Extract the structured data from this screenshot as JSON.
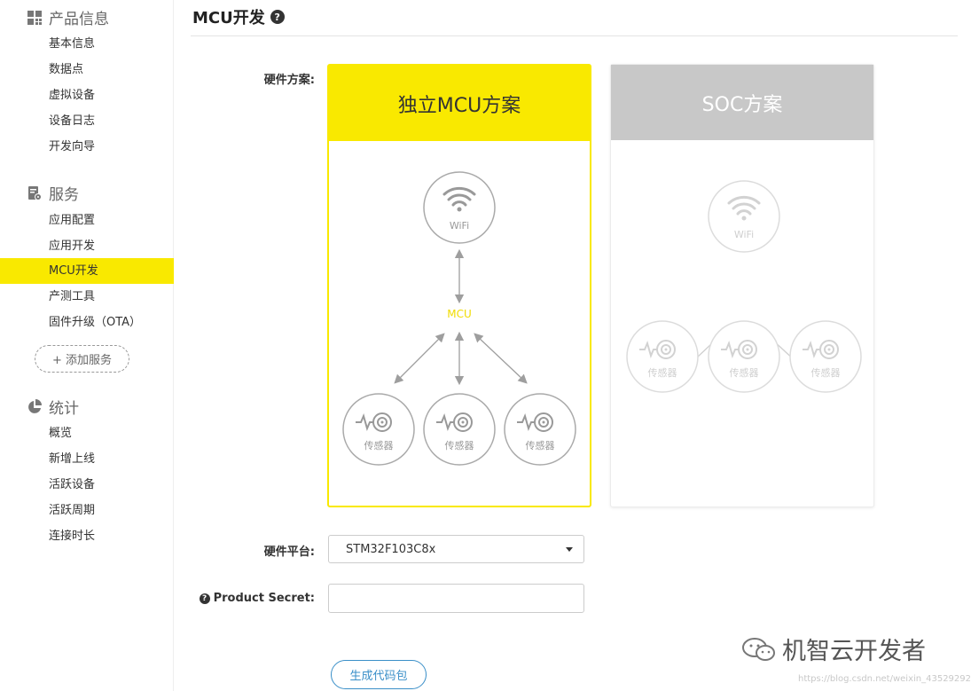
{
  "sidebar": {
    "sections": [
      {
        "title": "产品信息",
        "icon": "grid-icon",
        "items": [
          "基本信息",
          "数据点",
          "虚拟设备",
          "设备日志",
          "开发向导"
        ]
      },
      {
        "title": "服务",
        "icon": "service-icon",
        "items": [
          "应用配置",
          "应用开发",
          "MCU开发",
          "产测工具",
          "固件升级（OTA）"
        ]
      },
      {
        "title": "统计",
        "icon": "pie-chart-icon",
        "items": [
          "概览",
          "新增上线",
          "活跃设备",
          "活跃周期",
          "连接时长"
        ]
      }
    ],
    "active_item": "MCU开发",
    "add_service_label": "+ 添加服务"
  },
  "page": {
    "title": "MCU开发",
    "help_icon": "question-circle-icon"
  },
  "hardware_solution": {
    "label": "硬件方案:",
    "options": [
      {
        "title": "独立MCU方案",
        "selected": true,
        "wifi_label": "WiFi",
        "mcu_label": "MCU",
        "sensor_label": "传感器"
      },
      {
        "title": "SOC方案",
        "selected": false,
        "wifi_label": "WiFi",
        "sensor_label": "传感器"
      }
    ]
  },
  "hardware_platform": {
    "label": "硬件平台:",
    "selected": "STM32F103C8x"
  },
  "product_secret": {
    "label": "Product Secret:",
    "value": ""
  },
  "generate_button": "生成代码包",
  "watermark": {
    "text": "机智云开发者",
    "csdn": "https://blog.csdn.net/weixin_43529292"
  },
  "colors": {
    "accent": "#f9e900",
    "link": "#3a8fc8",
    "soc_header": "#c8c8c8"
  }
}
